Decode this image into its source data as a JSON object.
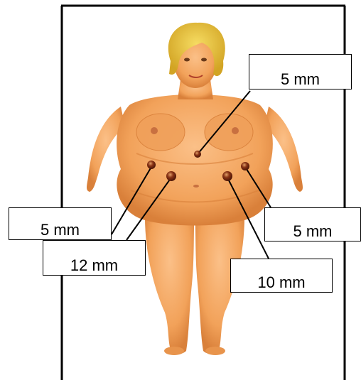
{
  "ports": [
    {
      "id": "top",
      "label": "5 mm"
    },
    {
      "id": "left",
      "label": "5 mm"
    },
    {
      "id": "mid",
      "label": "12 mm"
    },
    {
      "id": "right",
      "label": "5 mm"
    },
    {
      "id": "low",
      "label": "10 mm"
    }
  ],
  "colors": {
    "skin": "#f2a25a",
    "skin_shadow": "#d9803a",
    "hair": "#e8c23a",
    "port": "#7a2a10",
    "frame": "#000000"
  }
}
